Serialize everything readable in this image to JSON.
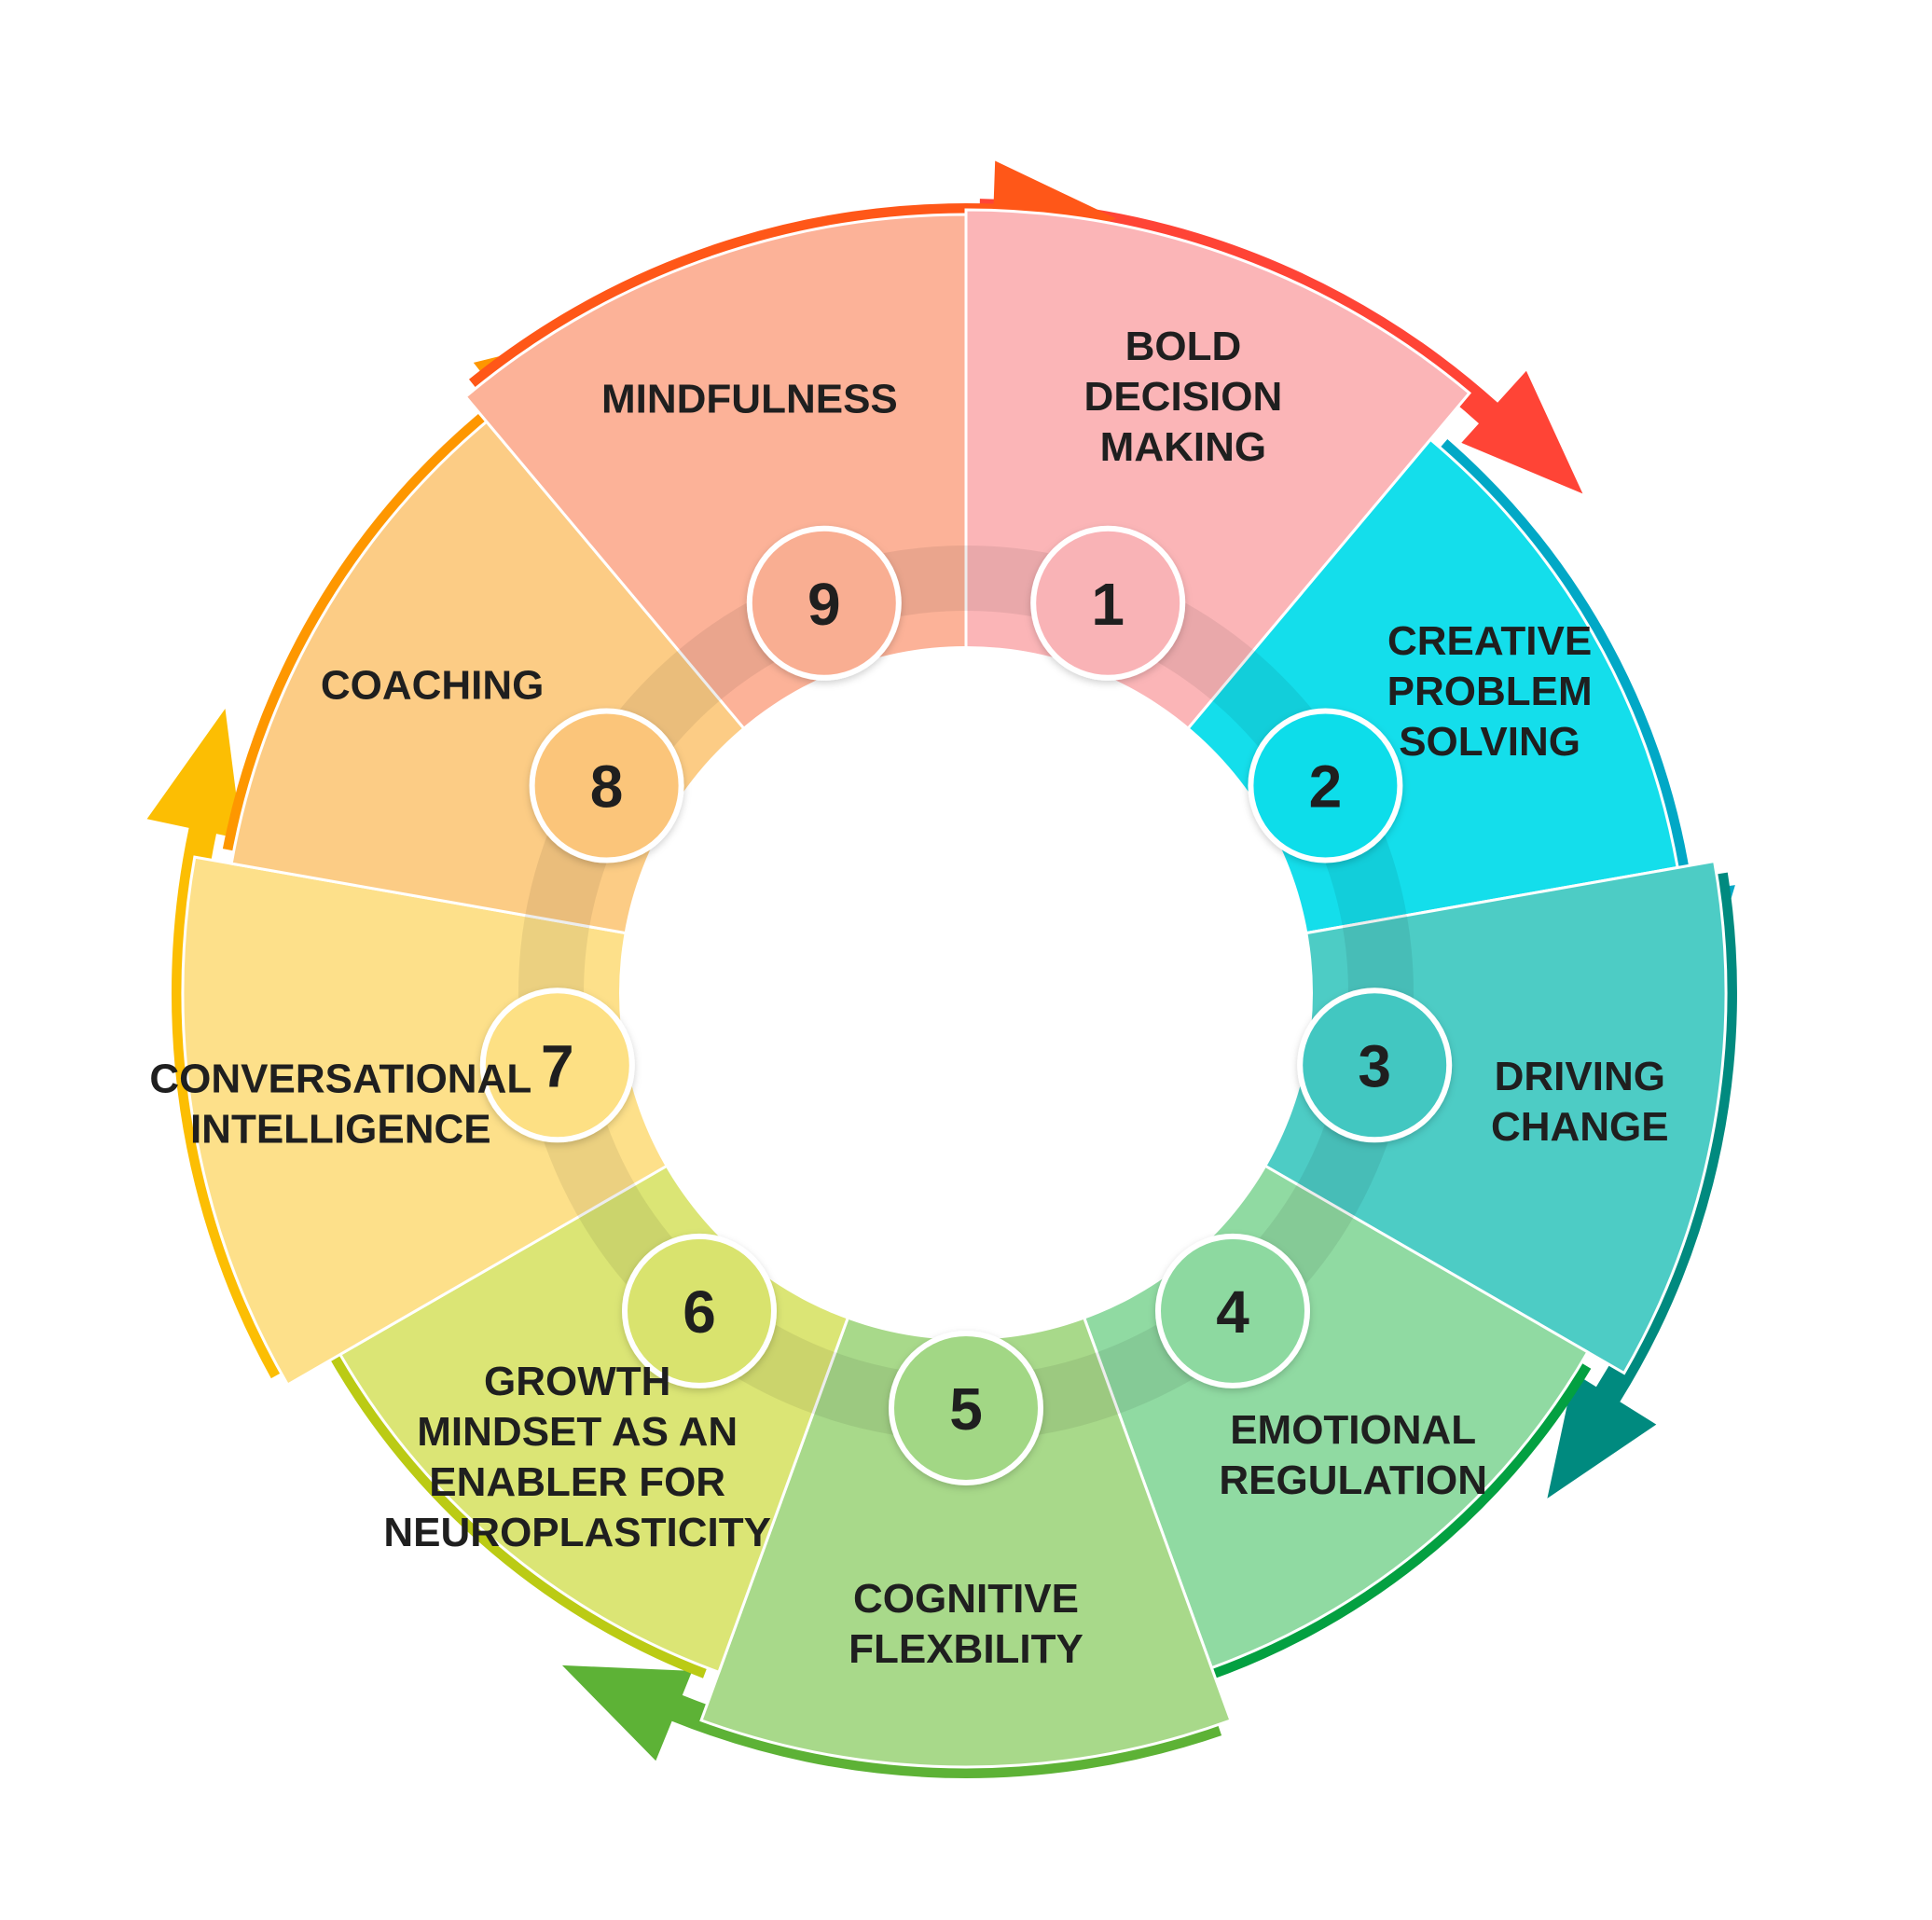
{
  "segments": [
    {
      "number": "1",
      "label_lines": [
        "BOLD",
        "DECISION",
        "MAKING"
      ],
      "color": "#FBB5B7",
      "badge_color": "#F9B3B6",
      "arrow_color": "#FF4436"
    },
    {
      "number": "2",
      "label_lines": [
        "CREATIVE",
        "PROBLEM",
        "SOLVING"
      ],
      "color": "#14DEEB",
      "badge_color": "#10DDEA",
      "arrow_color": "#01A8C6"
    },
    {
      "number": "3",
      "label_lines": [
        "DRIVING",
        "CHANGE"
      ],
      "color": "#4DCCC5",
      "badge_color": "#43C7C1",
      "arrow_color": "#008A7F"
    },
    {
      "number": "4",
      "label_lines": [
        "EMOTIONAL",
        "REGULATION"
      ],
      "color": "#90DAA2",
      "badge_color": "#8DD9A0",
      "arrow_color": "#03A041"
    },
    {
      "number": "5",
      "label_lines": [
        "COGNITIVE",
        "FLEXBILITY"
      ],
      "color": "#A8D98A",
      "badge_color": "#A2D785",
      "arrow_color": "#5DB236"
    },
    {
      "number": "6",
      "label_lines": [
        "GROWTH",
        "MINDSET AS AN",
        "ENABLER FOR",
        "NEUROPLASTICITY"
      ],
      "color": "#DBE575",
      "badge_color": "#D9E36E",
      "arrow_color": "#BBCB14"
    },
    {
      "number": "7",
      "label_lines": [
        "CONVERSATIONAL",
        "INTELLIGENCE"
      ],
      "color": "#FDE08A",
      "badge_color": "#FDE084",
      "arrow_color": "#FCBE03"
    },
    {
      "number": "8",
      "label_lines": [
        "COACHING"
      ],
      "color": "#FCCC85",
      "badge_color": "#FBC57A",
      "arrow_color": "#FE9700"
    },
    {
      "number": "9",
      "label_lines": [
        "MINDFULNESS"
      ],
      "color": "#FCB298",
      "badge_color": "#F9AE92",
      "arrow_color": "#FF5718"
    }
  ]
}
